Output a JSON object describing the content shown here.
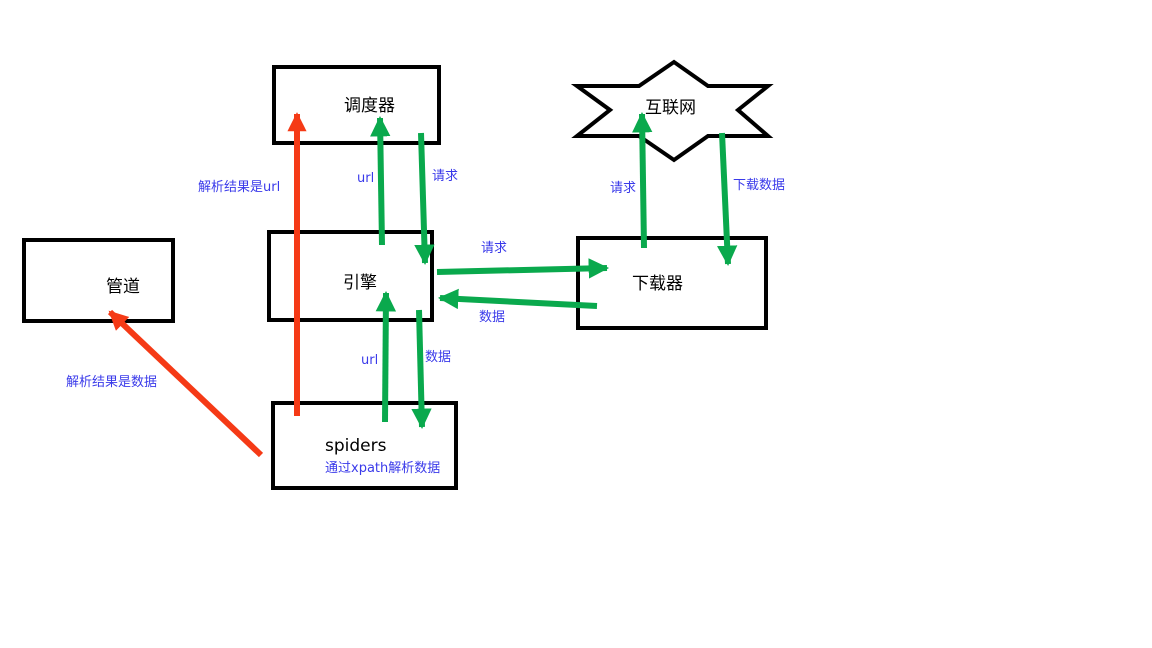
{
  "nodes": {
    "scheduler": "调度器",
    "internet": "互联网",
    "pipeline": "管道",
    "engine": "引擎",
    "downloader": "下载器",
    "spiders": "spiders",
    "spiders_note": "通过xpath解析数据"
  },
  "edge_labels": {
    "result_url": "解析结果是url",
    "engine_to_scheduler_url": "url",
    "scheduler_to_engine_request": "请求",
    "downloader_to_internet_request": "请求",
    "internet_to_downloader_data": "下载数据",
    "engine_to_downloader_request": "请求",
    "downloader_to_engine_data": "数据",
    "spiders_to_engine_url": "url",
    "engine_to_spiders_data": "数据",
    "result_data": "解析结果是数据"
  },
  "colors": {
    "box_border": "#000000",
    "flow_arrow": "#0aa94d",
    "result_arrow": "#f53a16",
    "label_text": "#3a3aea"
  }
}
